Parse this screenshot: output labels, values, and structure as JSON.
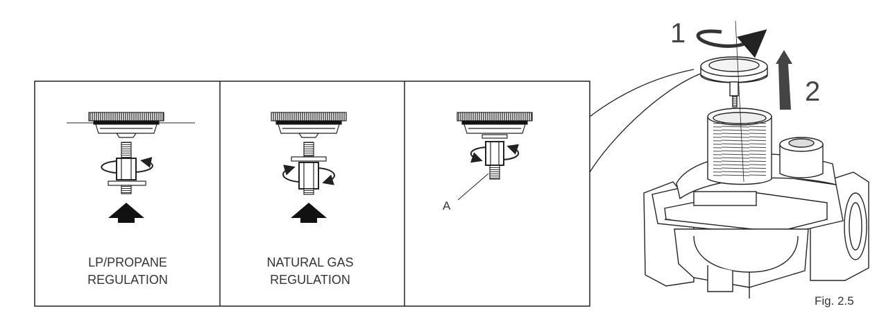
{
  "panels": [
    {
      "caption_line1": "LP/PROPANE",
      "caption_line2": "REGULATION"
    },
    {
      "caption_line1": "NATURAL GAS",
      "caption_line2": "REGULATION"
    },
    {
      "caption_line1": "",
      "caption_line2": ""
    }
  ],
  "callout_label": "A",
  "step_1": "1",
  "step_2": "2",
  "figure_label": "Fig. 2.5"
}
